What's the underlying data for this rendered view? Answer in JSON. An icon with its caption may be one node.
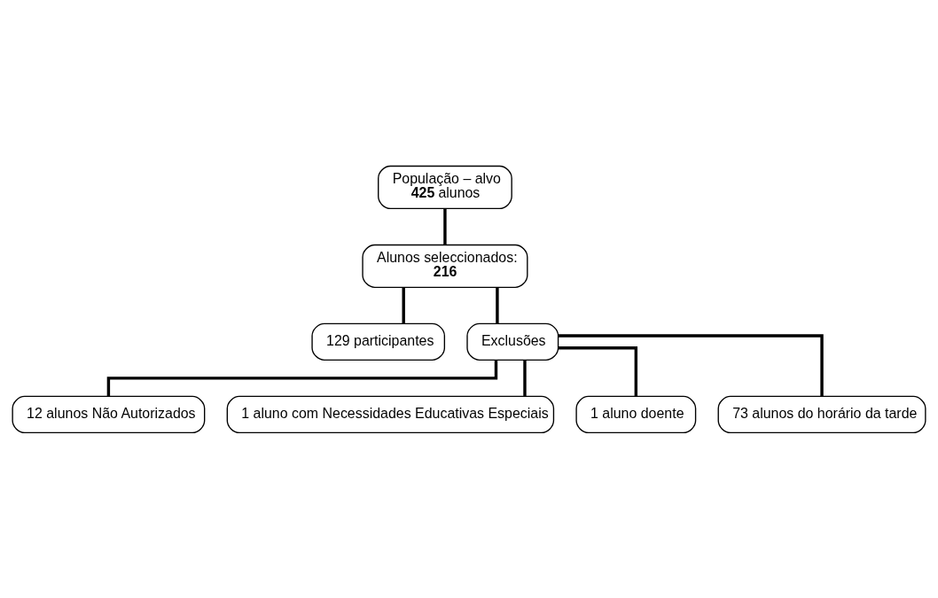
{
  "diagram": {
    "nodes": [
      {
        "text": [
          "População – alvo",
          "**425** alunos"
        ]
      },
      {
        "text": [
          "Alunos seleccionados:",
          "**216**"
        ]
      },
      {
        "text": [
          "129 participantes"
        ]
      },
      {
        "text": [
          "Exclusões"
        ]
      },
      {
        "text": [
          "12 alunos Não Autorizados"
        ]
      },
      {
        "text": [
          "1 aluno com Necessidades Educativas Especiais"
        ]
      },
      {
        "text": [
          "1 aluno doente"
        ]
      },
      {
        "text": [
          "73 alunos do horário da tarde"
        ]
      }
    ],
    "edges": [
      {
        "from": 0,
        "to": 1,
        "arrow": "none"
      },
      {
        "from": 1,
        "to": 2,
        "arrow": "none"
      },
      {
        "from": 1,
        "to": 3,
        "arrow": "none"
      },
      {
        "from": 3,
        "to": 4,
        "arrow": "none"
      },
      {
        "from": 3,
        "to": 5,
        "arrow": "none"
      },
      {
        "from": 3,
        "to": 6,
        "arrow": "none"
      },
      {
        "from": 3,
        "to": 7,
        "arrow": "none"
      }
    ]
  }
}
